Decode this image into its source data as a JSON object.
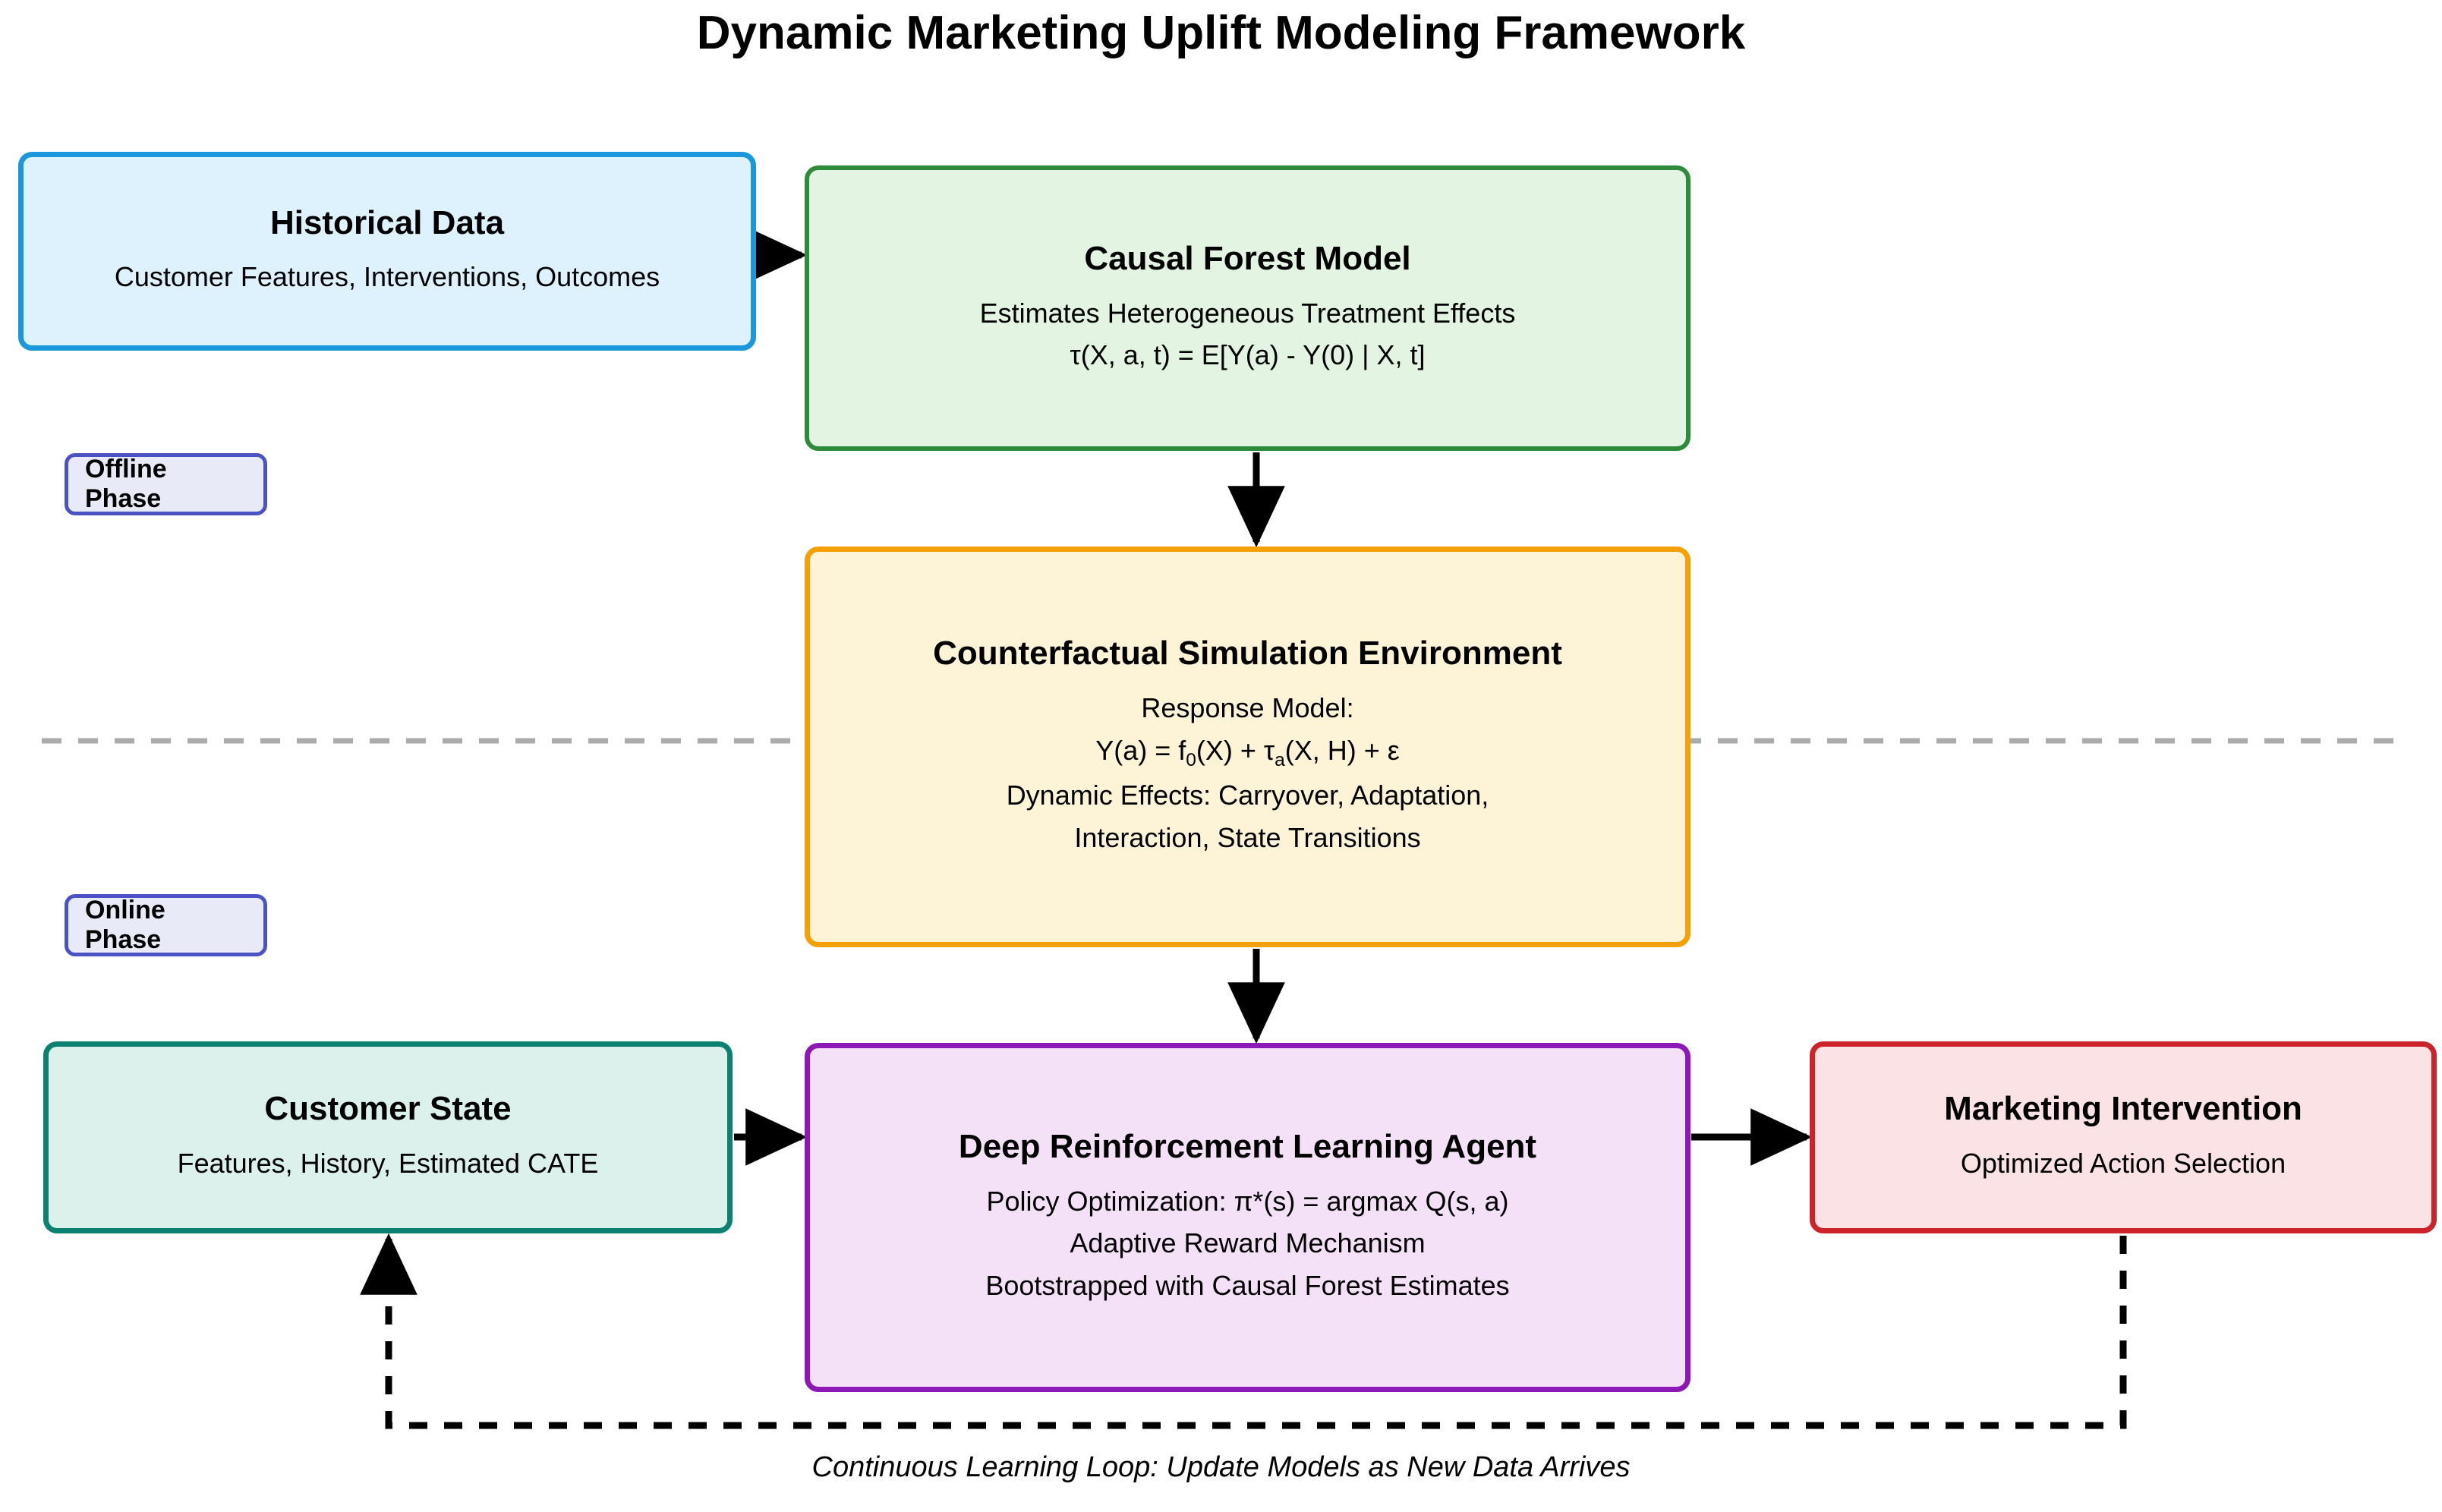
{
  "diagram": {
    "title": "Dynamic Marketing Uplift Modeling Framework",
    "caption": "Continuous Learning Loop: Update Models as New Data Arrives",
    "phases": [
      {
        "id": "offline",
        "label": "Offline Phase"
      },
      {
        "id": "online",
        "label": "Online Phase"
      }
    ],
    "nodes": {
      "historical": {
        "title": "Historical Data",
        "lines": [
          "Customer Features, Interventions, Outcomes"
        ],
        "fill": "#ddf2fd",
        "stroke": "#1a97dd"
      },
      "causal": {
        "title": "Causal Forest Model",
        "lines": [
          "Estimates Heterogeneous Treatment Effects",
          "τ(X, a, t) = E[Y(a) - Y(0) | X, t]"
        ],
        "fill": "#e4f4e2",
        "stroke": "#2e8b3c"
      },
      "counterfactual": {
        "title": "Counterfactual Simulation Environment",
        "lines": [
          "Response Model:",
          "Y(a) = f₀(X) + τₐ(X, H) + ε",
          "Dynamic Effects: Carryover, Adaptation,",
          "Interaction, State Transitions"
        ],
        "formula_parts": {
          "lhs": "Y(a) = f",
          "sub1": "0",
          "mid": "(X) + τ",
          "sub2": "a",
          "rhs": "(X, H) + ε"
        },
        "fill": "#fdf4d8",
        "stroke": "#f5a105"
      },
      "drl": {
        "title": "Deep Reinforcement Learning Agent",
        "lines": [
          "Policy Optimization: π*(s) = argmax Q(s, a)",
          "Adaptive Reward Mechanism",
          "Bootstrapped with Causal Forest Estimates"
        ],
        "fill": "#f4e1f8",
        "stroke": "#8c18b5"
      },
      "customer": {
        "title": "Customer State",
        "lines": [
          "Features, History, Estimated CATE"
        ],
        "fill": "#dcf0ec",
        "stroke": "#0c8172"
      },
      "marketing": {
        "title": "Marketing Intervention",
        "lines": [
          "Optimized Action Selection"
        ],
        "fill": "#fbe3e5",
        "stroke": "#cc2229"
      }
    },
    "connectors": [
      {
        "id": "historical-to-causal",
        "from": "historical",
        "to": "causal",
        "style": "solid",
        "direction": "right"
      },
      {
        "id": "causal-to-counterfactual",
        "from": "causal",
        "to": "counterfactual",
        "style": "solid",
        "direction": "down"
      },
      {
        "id": "counterfactual-to-drl",
        "from": "counterfactual",
        "to": "drl",
        "style": "solid",
        "direction": "down"
      },
      {
        "id": "customer-to-drl",
        "from": "customer",
        "to": "drl",
        "style": "solid",
        "direction": "right"
      },
      {
        "id": "drl-to-marketing",
        "from": "drl",
        "to": "marketing",
        "style": "solid",
        "direction": "right"
      },
      {
        "id": "marketing-to-customer-loop",
        "from": "marketing",
        "to": "customer",
        "style": "dashed",
        "direction": "up",
        "label": "Continuous Learning Loop: Update Models as New Data Arrives"
      }
    ],
    "phase_divider": {
      "style": "dashed",
      "color": "#aaaaaa"
    }
  }
}
